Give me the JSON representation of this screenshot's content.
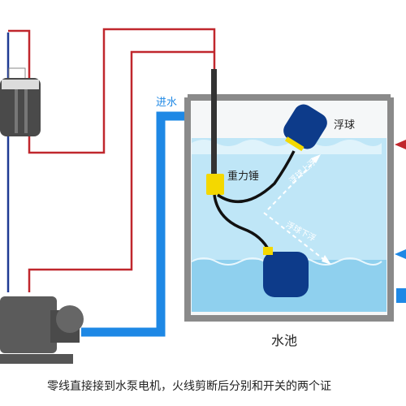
{
  "labels": {
    "inflow": "进水",
    "counterweight": "重力锤",
    "float_ball": "浮球",
    "float_up": "浮球上浮",
    "float_down": "浮球下浮",
    "tank": "水池",
    "caption": "零线直接接到水泵电机，火线剪断后分别和开关的两个证"
  },
  "colors": {
    "wire_red": "#c0272d",
    "wire_blue": "#1f3a93",
    "pipe_blue": "#1e88e5",
    "water": "#bfe6f7",
    "water_deep": "#8fd0ee",
    "tank_wall": "#8a8a8a",
    "float_body": "#0d3b8a",
    "counterweight": "#f4d800"
  }
}
